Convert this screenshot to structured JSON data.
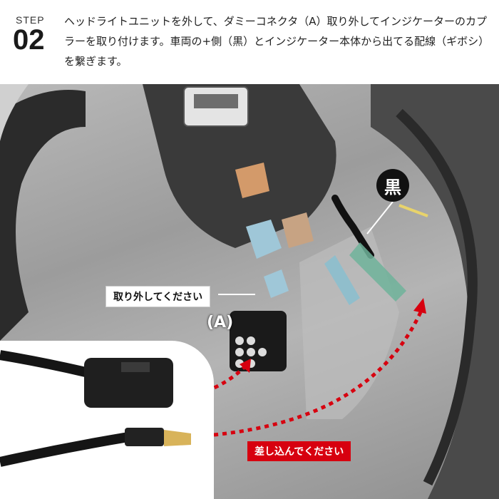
{
  "header": {
    "step_word": "STEP",
    "step_number": "02",
    "instruction": "ヘッドライトユニットを外して、ダミーコネクタ（A）取り外してインジケーターのカプラーを取り付けます。車両の+側（黒）とインジケーター本体から出てる配線（ギボシ）を繋ぎます。"
  },
  "annotations": {
    "remove_label": "取り外してください",
    "connector_label": "(A)",
    "black_label": "黒",
    "insert_label": "差し込んでください"
  },
  "colors": {
    "accent_red": "#d7000f",
    "badge_black": "#111111"
  }
}
